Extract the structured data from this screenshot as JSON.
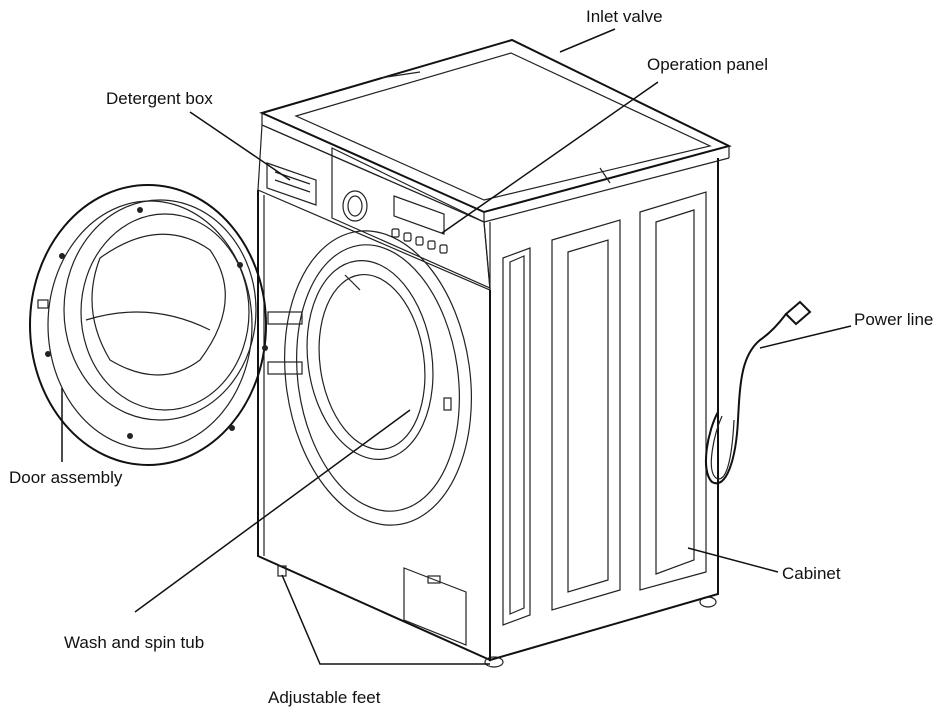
{
  "labels": {
    "inlet_valve": "Inlet valve",
    "operation_panel": "Operation panel",
    "detergent_box": "Detergent box",
    "power_line": "Power line",
    "door_assembly": "Door assembly",
    "cabinet": "Cabinet",
    "wash_spin_tub": "Wash and spin tub",
    "adjustable_feet": "Adjustable feet"
  },
  "colors": {
    "line": "#111111",
    "background": "#ffffff"
  }
}
